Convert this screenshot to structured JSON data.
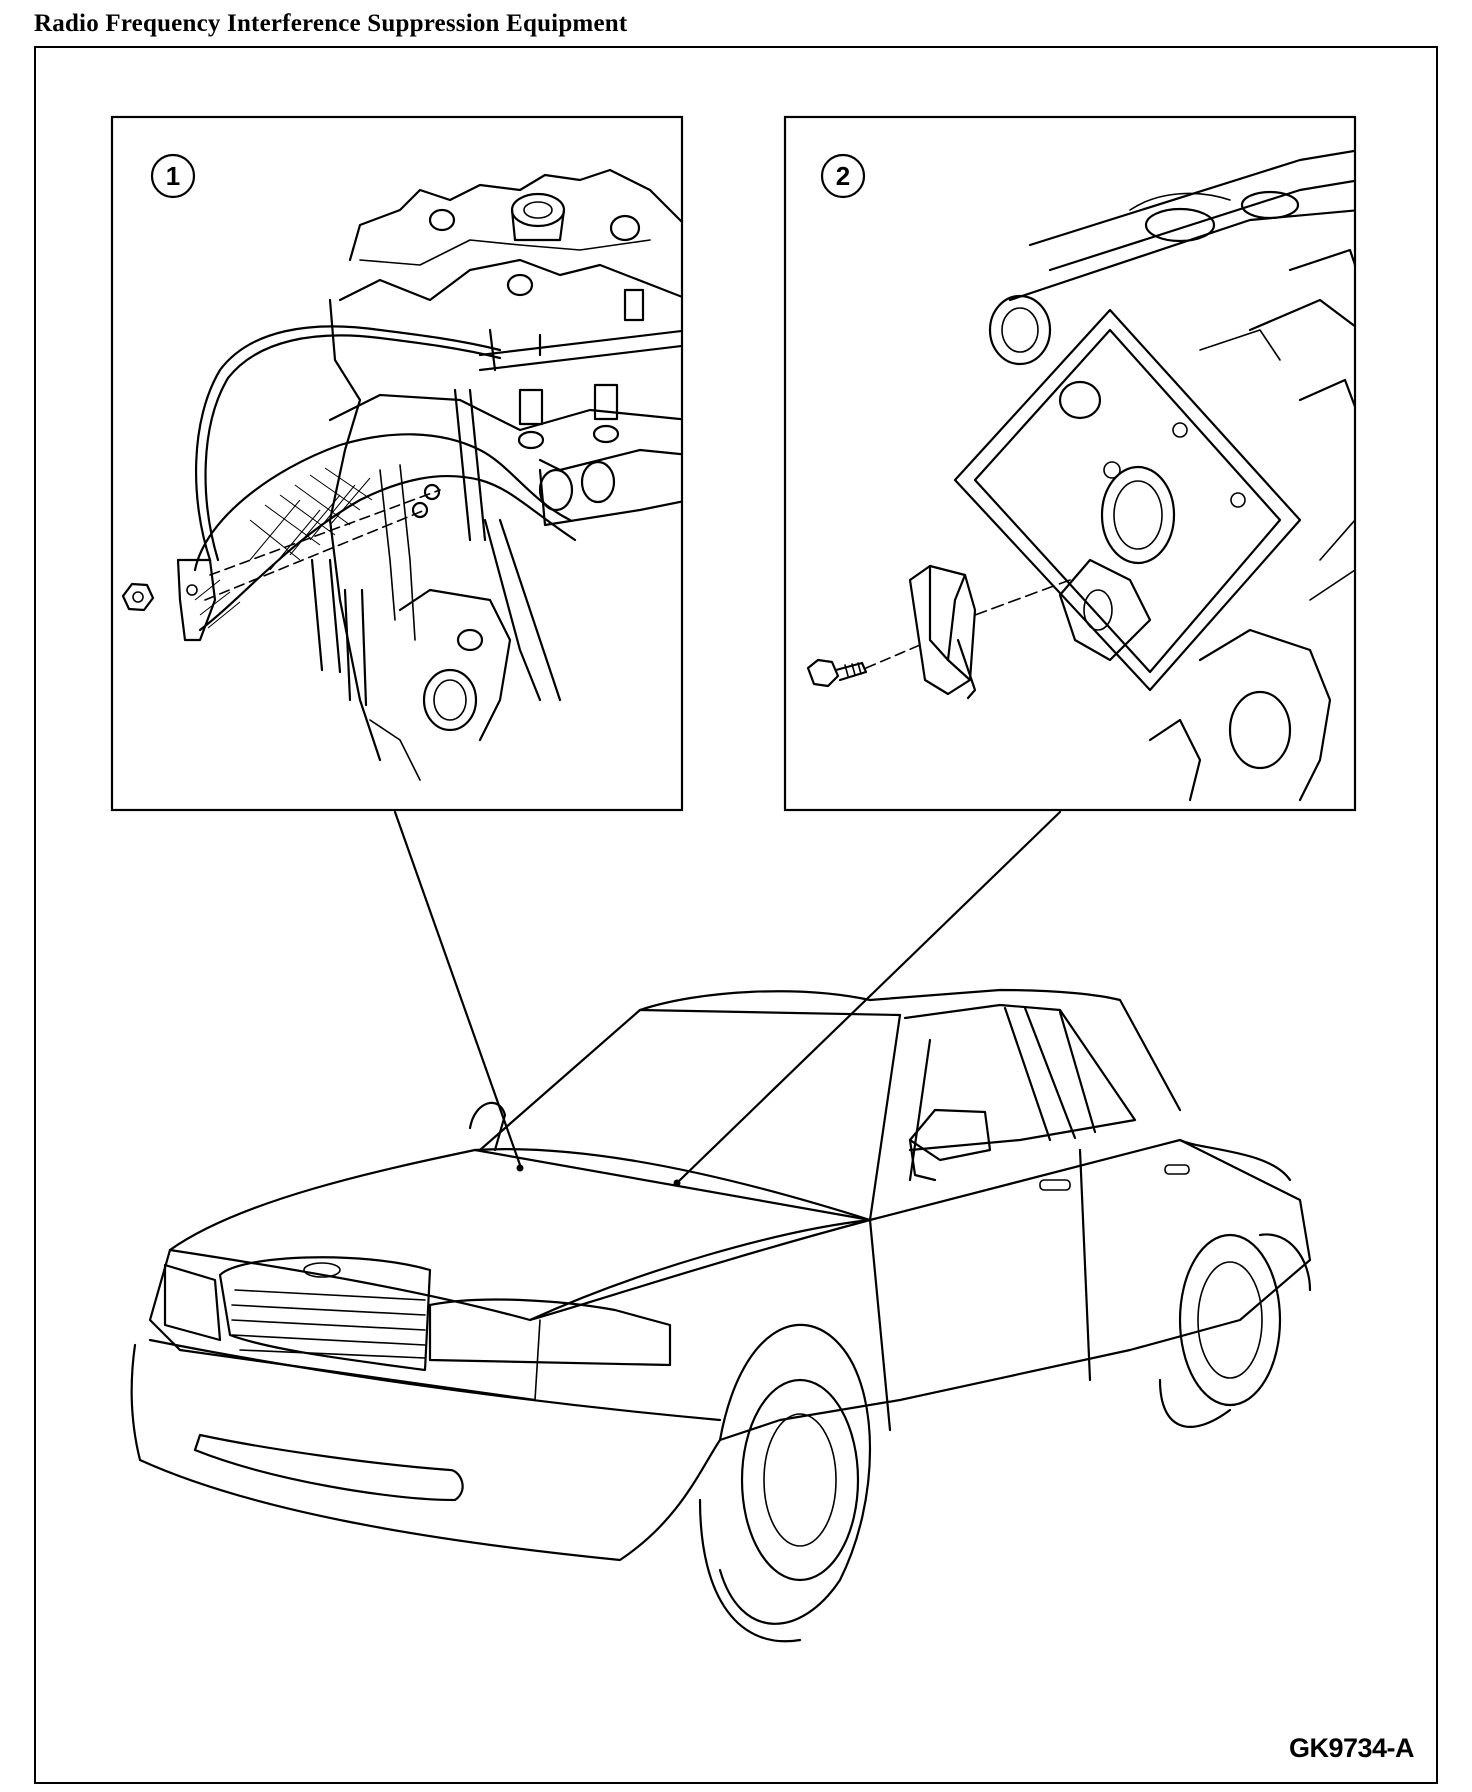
{
  "title": "Radio Frequency Interference Suppression Equipment",
  "figure_code": "GK9734-A",
  "callouts": [
    {
      "number": "1",
      "subject": "ground strap"
    },
    {
      "number": "2",
      "subject": "bracket"
    }
  ]
}
